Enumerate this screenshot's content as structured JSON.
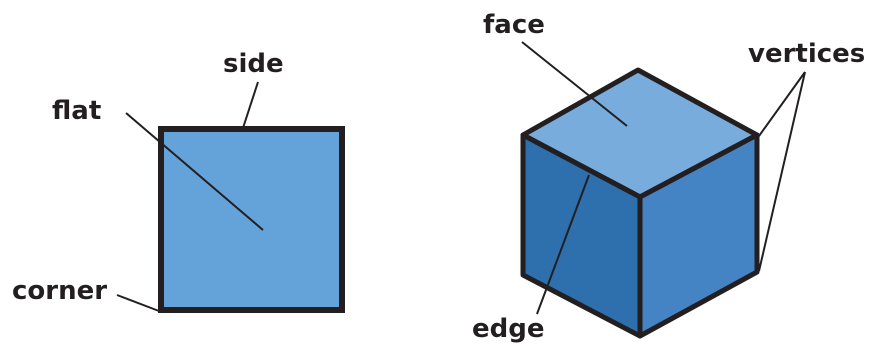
{
  "colors": {
    "outline": "#231f20",
    "square_fill": "#64a3d9",
    "cube_top": "#78acdc",
    "cube_left": "#2e6fae",
    "cube_right": "#4483c4"
  },
  "square": {
    "labels": {
      "side": "side",
      "flat": "flat",
      "corner": "corner"
    }
  },
  "cube": {
    "labels": {
      "face": "face",
      "vertices": "vertices",
      "edge": "edge"
    }
  }
}
